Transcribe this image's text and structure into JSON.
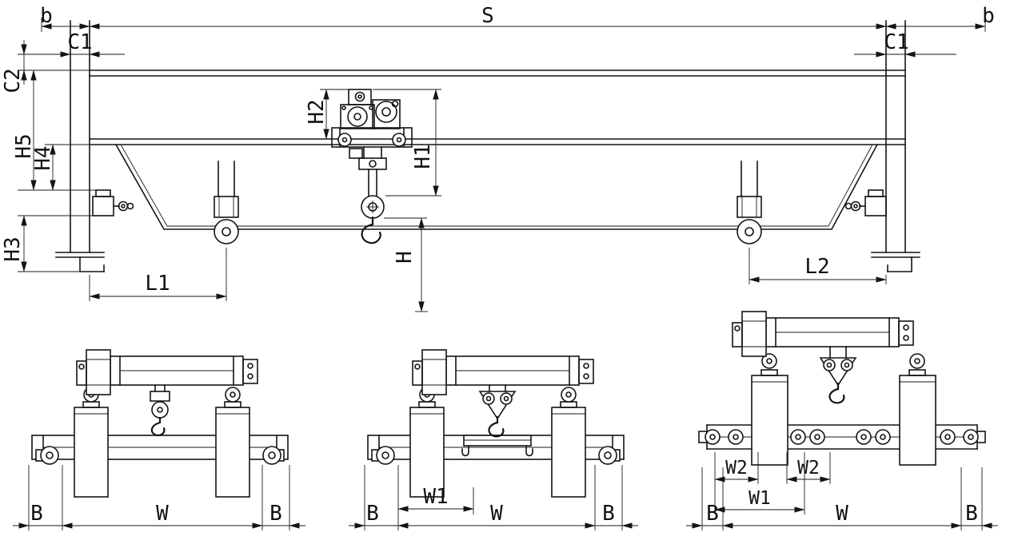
{
  "drawing": {
    "colors": {
      "line": "#141414",
      "background": "#ffffff"
    },
    "elevation": {
      "dims": {
        "b_left": "b",
        "span": "S",
        "b_right": "b",
        "c1_left": "C1",
        "c1_right": "C1",
        "c2": "C2",
        "h5": "H5",
        "h4": "H4",
        "h3": "H3",
        "h2": "H2",
        "h1": "H1",
        "hook_height": "H",
        "l1": "L1",
        "l2": "L2"
      }
    },
    "end_view_1": {
      "dims": {
        "b_left": "B",
        "w": "W",
        "b_right": "B"
      }
    },
    "end_view_2": {
      "dims": {
        "b_left": "B",
        "w1": "W1",
        "w": "W",
        "b_right": "B"
      }
    },
    "end_view_3": {
      "dims": {
        "w2_left": "W2",
        "w2_right": "W2",
        "w1": "W1",
        "b_left": "B",
        "w": "W",
        "b_right": "B"
      }
    }
  }
}
